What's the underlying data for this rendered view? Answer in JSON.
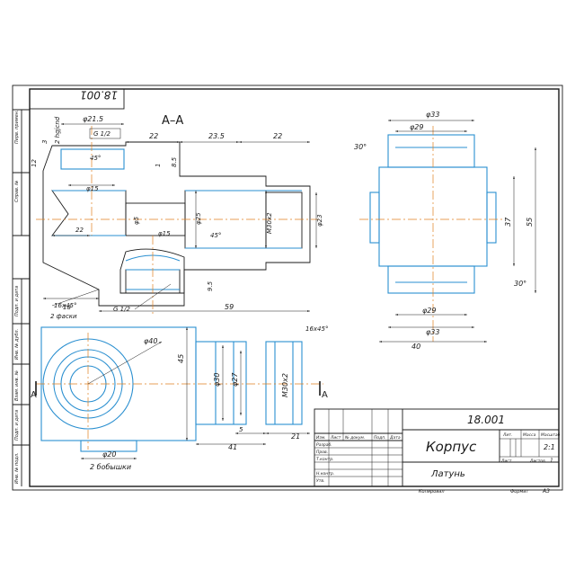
{
  "drawing": {
    "number": "18.001",
    "number_rotated": "18.001",
    "section_label": "A–A",
    "cut_letter": "A"
  },
  "dimensions": {
    "d215": "φ21.5",
    "two_holes": "2 hgjcnd",
    "three": "3",
    "twelve": "12",
    "g12_top": "G 1/2",
    "chamfer45": "45°",
    "d15_top": "φ15",
    "d22_left": "22",
    "d18": "18",
    "d22_a": "22",
    "d235": "23.5",
    "d22_b": "22",
    "one": "1",
    "d85": "8.5",
    "d5": "φ5",
    "d25": "φ25",
    "d15_mid": "φ15",
    "angle45": "45°",
    "m30": "M30x2",
    "d23": "φ23",
    "chamfer16": "16x45°",
    "two_facets": "2 фаски",
    "g12_bot": "G 1/2",
    "d95": "9.5",
    "d59": "59",
    "d33_top": "φ33",
    "d29_top": "φ29",
    "a30_top": "30°",
    "d37": "37",
    "d55": "55",
    "a30_bot": "30°",
    "d29_bot": "φ29",
    "d33_bot": "φ33",
    "d40": "40",
    "chamfer16b": "16x45°",
    "d40_circ": "φ40",
    "d45": "45",
    "d30": "φ30",
    "d27": "φ27",
    "m30b": "M30x2",
    "five": "5",
    "d41": "41",
    "d21": "21",
    "d20": "φ20",
    "two_bobyshki": "2 бобышки"
  },
  "side_stamp": {
    "perv_primen": "Перв. примен.",
    "sprav": "Справ. №",
    "podp_data_1": "Подп. и дата",
    "inv_dubl": "Инв. № дубл.",
    "vzam_inv": "Взам. инв. №",
    "podp_data_2": "Подп. и дата",
    "inv_podl": "Инв. № подл."
  },
  "title_block": {
    "code": "18.001",
    "name": "Корпус",
    "material": "Латунь",
    "lit_label": "Лит.",
    "mass_label": "Масса",
    "scale_label": "Масштаб",
    "scale_value": "2:1",
    "sheet_label": "Лист",
    "sheets_label": "Листов",
    "sheets_value": "1",
    "izm": "Изм.",
    "list": "Лист",
    "ndok": "№ докум.",
    "podp": "Подп.",
    "data": "Дата",
    "razrab": "Разраб.",
    "prov": "Пров.",
    "tkontr": "Т.контр.",
    "nkontr": "Н.контр.",
    "utv": "Утв.",
    "kopiroval": "Копировал",
    "format": "Формат",
    "format_value": "А3"
  }
}
